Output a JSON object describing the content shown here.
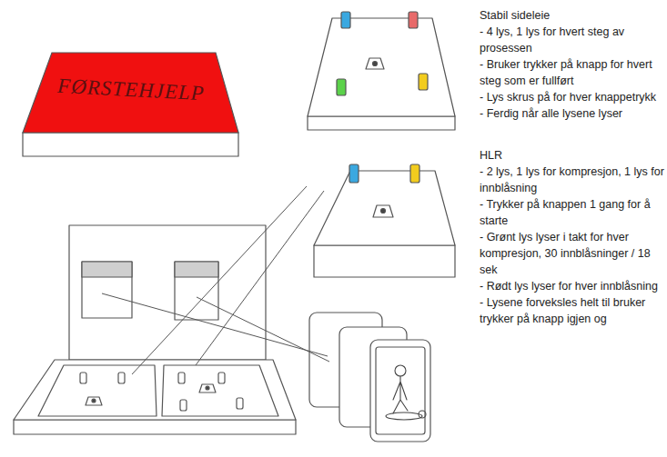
{
  "diagram": {
    "nodes": [
      {
        "text": [
          "FØRSTEHJELP"
        ]
      }
    ],
    "labels": [
      "Stabil sideleie",
      "- 4 lys, 1 lys for hvert steg av prosessen",
      "- Bruker trykker på knapp for hvert steg som er fullført",
      "- Lys skrus på for hver knappetrykk",
      "- Ferdig når alle lysene lyser",
      "HLR",
      "- 2 lys, 1 lys for kompresjon, 1 lys for innblåsning",
      "- Trykker på knappen 1 gang for å starte",
      "- Grønt lys lyser i takt for hver kompresjon, 30 innblåsninger / 18 sek",
      "- Rødt lys lyser for hver innblåsning",
      "- Lysene forveksles helt til bruker trykker på knapp igjen og"
    ]
  }
}
